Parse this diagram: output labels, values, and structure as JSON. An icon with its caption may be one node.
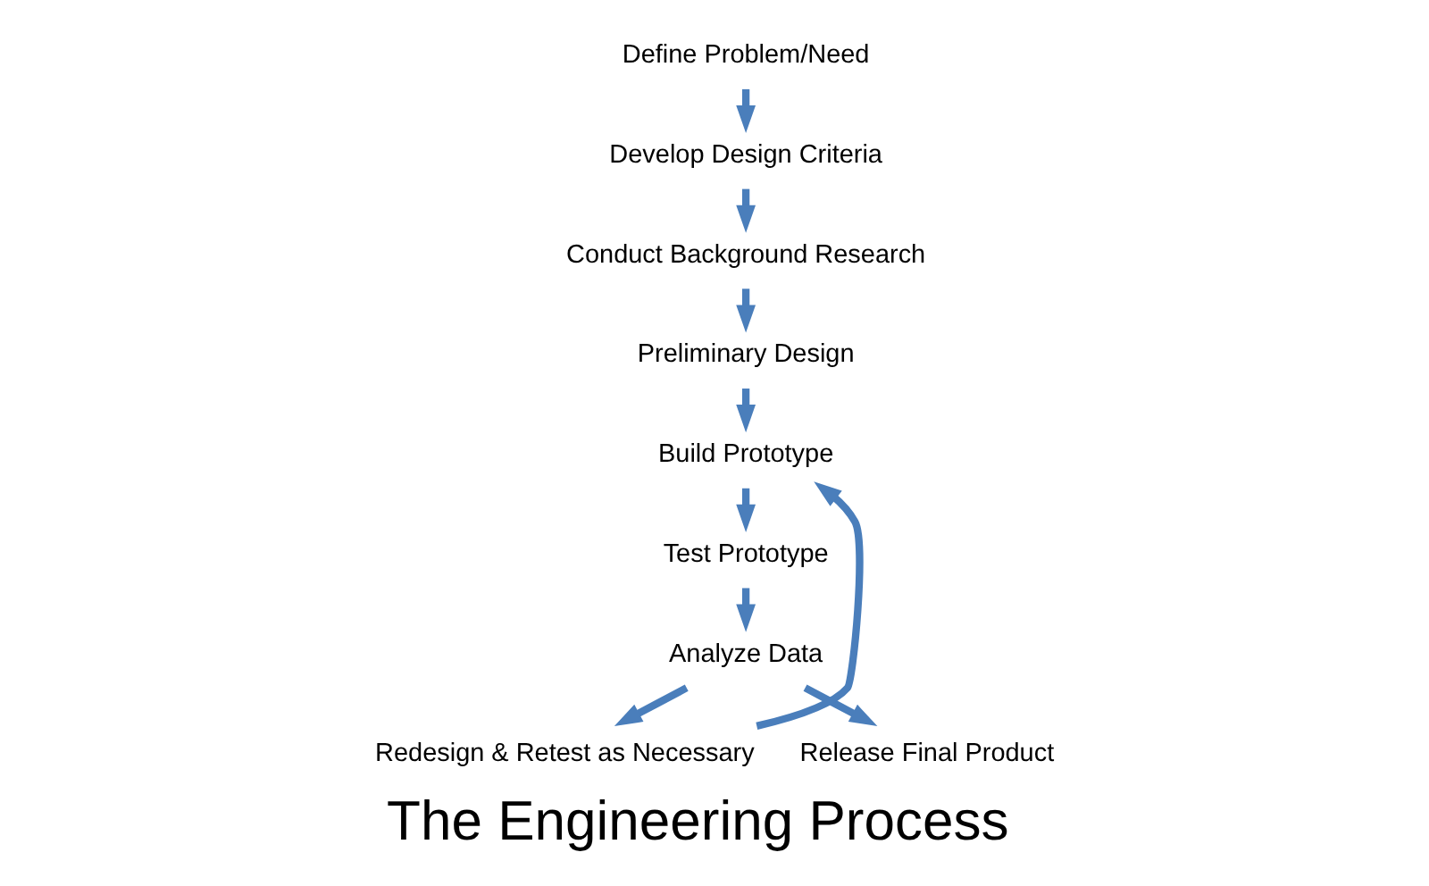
{
  "diagram": {
    "title": "The Engineering Process",
    "nodes": [
      {
        "text": [
          "Define Problem/Need"
        ]
      },
      {
        "text": [
          "Develop Design Criteria"
        ]
      },
      {
        "text": [
          "Conduct Background Research"
        ]
      },
      {
        "text": [
          "Preliminary Design"
        ]
      },
      {
        "text": [
          "Build Prototype"
        ]
      },
      {
        "text": [
          "Test Prototype"
        ]
      },
      {
        "text": [
          "Analyze Data"
        ]
      },
      {
        "text": [
          "Redesign & Retest as Necessary"
        ]
      },
      {
        "text": [
          "Release Final Product"
        ]
      }
    ],
    "edges": [
      {
        "from": 0,
        "to": 1,
        "arrow": "to"
      },
      {
        "from": 1,
        "to": 2,
        "arrow": "to"
      },
      {
        "from": 2,
        "to": 3,
        "arrow": "to"
      },
      {
        "from": 3,
        "to": 4,
        "arrow": "to"
      },
      {
        "from": 4,
        "to": 5,
        "arrow": "to"
      },
      {
        "from": 5,
        "to": 6,
        "arrow": "to"
      },
      {
        "from": 6,
        "to": 7,
        "arrow": "to"
      },
      {
        "from": 6,
        "to": 8,
        "arrow": "to"
      },
      {
        "from": 7,
        "to": 4,
        "arrow": "to"
      }
    ]
  }
}
